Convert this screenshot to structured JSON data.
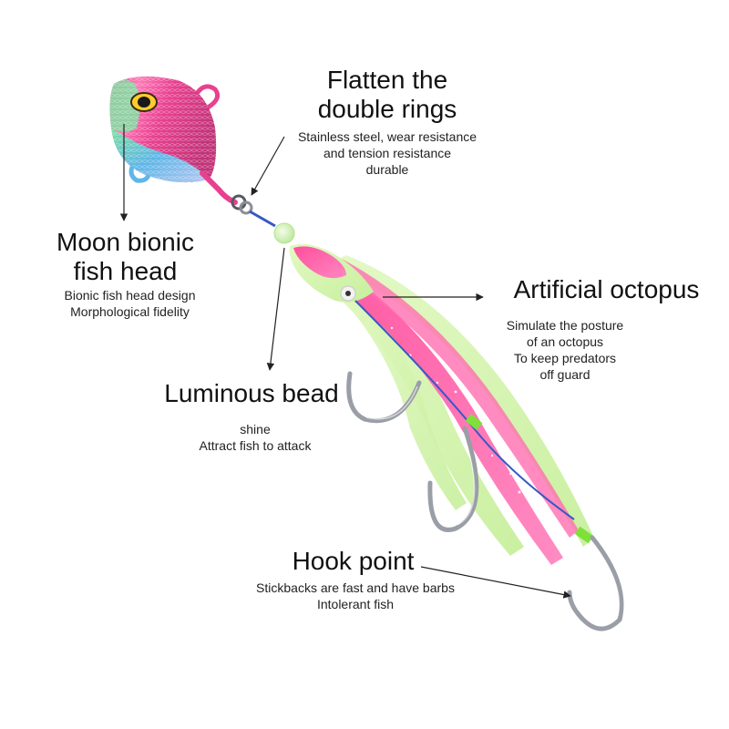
{
  "labels": {
    "rings": {
      "title": [
        "Flatten the",
        "double rings"
      ],
      "desc": [
        "Stainless steel, wear resistance",
        "and tension resistance",
        "durable"
      ]
    },
    "head": {
      "title": [
        "Moon bionic",
        "fish head"
      ],
      "desc": [
        "Bionic fish head design",
        "Morphological fidelity"
      ]
    },
    "octopus": {
      "title": [
        "Artificial octopus"
      ],
      "desc": [
        "Simulate the posture",
        "of an octopus",
        "To keep predators",
        "off guard"
      ]
    },
    "bead": {
      "title": [
        "Luminous bead"
      ],
      "desc": [
        "shine",
        "Attract fish to attack"
      ]
    },
    "hook": {
      "title": [
        "Hook point"
      ],
      "desc": [
        "Stickbacks are fast and have barbs",
        "Intolerant fish"
      ]
    }
  },
  "colors": {
    "head_pink": "#e8418f",
    "head_blue": "#5fb6e8",
    "head_green": "#7fe0a0",
    "skirt_pink": "#ff5fa8",
    "skirt_glow": "#d6f5b0",
    "bead_glow": "#d8f7c2",
    "hook_silver": "#9a9ea6",
    "line_blue": "#3658c6",
    "tube_green": "#7fe03a",
    "arrow": "#222222"
  }
}
